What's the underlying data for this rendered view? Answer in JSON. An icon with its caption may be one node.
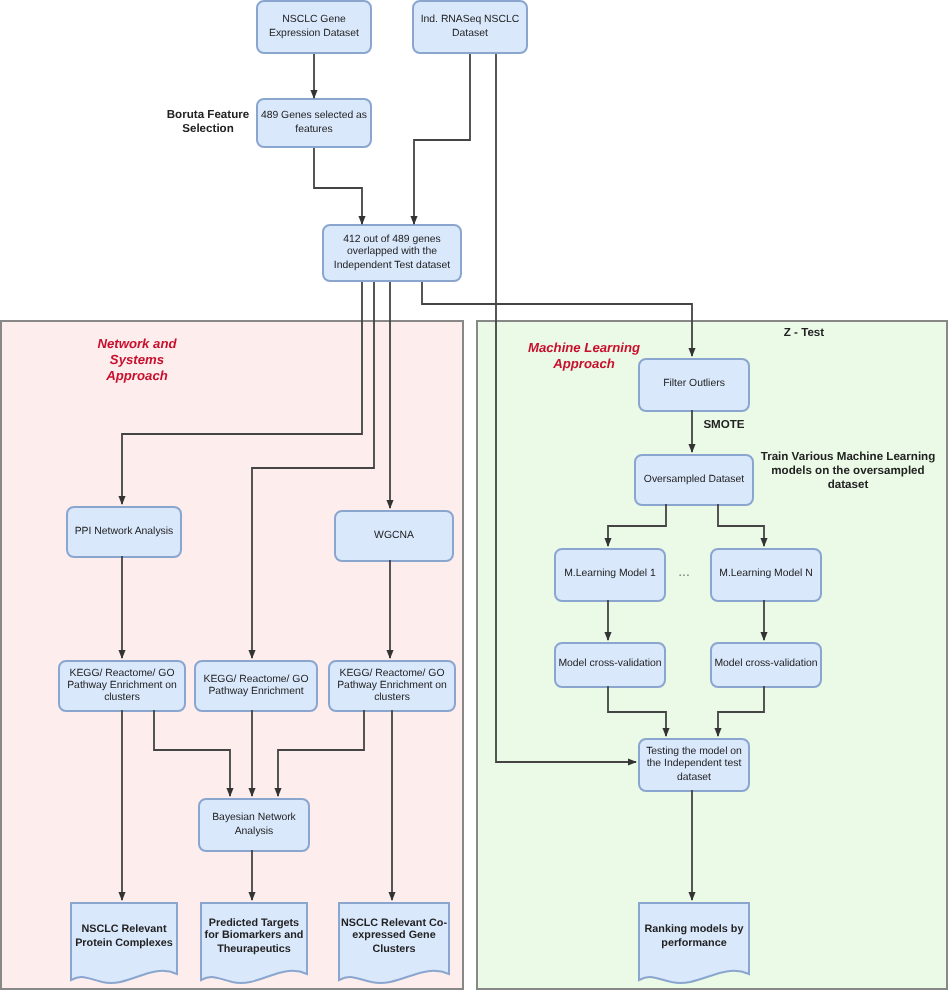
{
  "diagram": {
    "nodes": [
      {
        "text": [
          "NSCLC Gene Expression Dataset"
        ]
      },
      {
        "text": [
          "Ind. RNASeq NSCLC Dataset"
        ]
      },
      {
        "text": [
          "489 Genes selected as features"
        ]
      },
      {
        "text": [
          "412 out of 489 genes overlapped with the Independent Test dataset"
        ]
      },
      {
        "text": [
          "Network and Systems Approach"
        ]
      },
      {
        "text": [
          "PPI Network Analysis"
        ],
        "in": 4
      },
      {
        "text": [
          "WGCNA"
        ],
        "in": 4
      },
      {
        "text": [
          "KEGG/ Reactome/ GO Pathway Enrichment on clusters"
        ],
        "in": 4
      },
      {
        "text": [
          "KEGG/ Reactome/ GO Pathway Enrichment"
        ],
        "in": 4
      },
      {
        "text": [
          "KEGG/ Reactome/ GO Pathway Enrichment on clusters"
        ],
        "in": 4
      },
      {
        "text": [
          "Bayesian Network Analysis"
        ],
        "in": 4
      },
      {
        "text": [
          "NSCLC Relevant Protein Complexes"
        ],
        "in": 4
      },
      {
        "text": [
          "Predicted Targets for Biomarkers and Theurapeutics"
        ],
        "in": 4
      },
      {
        "text": [
          "NSCLC Relevant Co-expressed Gene Clusters"
        ],
        "in": 4
      },
      {
        "text": [
          "Machine Learning Approach"
        ]
      },
      {
        "text": [
          "Filter Outliers"
        ],
        "in": 14
      },
      {
        "text": [
          "Oversampled Dataset"
        ],
        "in": 14
      },
      {
        "text": [
          "M.Learning Model 1"
        ],
        "in": 14
      },
      {
        "text": [
          "M.Learning Model N"
        ],
        "in": 14
      },
      {
        "text": [
          "Model cross-validation"
        ],
        "in": 14
      },
      {
        "text": [
          "Model cross-validation"
        ],
        "in": 14
      },
      {
        "text": [
          "Testing the model on the Independent test dataset"
        ],
        "in": 14
      },
      {
        "text": [
          "Ranking models by performance"
        ],
        "in": 14
      }
    ],
    "edges": [
      {
        "from": 0,
        "to": 2,
        "arrow": "to"
      },
      {
        "from": 1,
        "to": 3,
        "arrow": "to"
      },
      {
        "from": 2,
        "to": 3,
        "arrow": "to"
      },
      {
        "from": 3,
        "to": 5,
        "arrow": "to"
      },
      {
        "from": 3,
        "to": 8,
        "arrow": "to"
      },
      {
        "from": 3,
        "to": 6,
        "arrow": "to"
      },
      {
        "from": 3,
        "to": 15,
        "arrow": "to"
      },
      {
        "from": 1,
        "to": 21,
        "arrow": "to"
      },
      {
        "from": 5,
        "to": 7,
        "arrow": "to"
      },
      {
        "from": 6,
        "to": 9,
        "arrow": "to"
      },
      {
        "from": 7,
        "to": 10,
        "arrow": "to"
      },
      {
        "from": 8,
        "to": 10,
        "arrow": "to"
      },
      {
        "from": 9,
        "to": 10,
        "arrow": "to"
      },
      {
        "from": 7,
        "to": 11,
        "arrow": "to"
      },
      {
        "from": 10,
        "to": 12,
        "arrow": "to"
      },
      {
        "from": 9,
        "to": 13,
        "arrow": "to"
      },
      {
        "from": 15,
        "to": 16,
        "arrow": "to"
      },
      {
        "from": 16,
        "to": 17,
        "arrow": "to"
      },
      {
        "from": 16,
        "to": 18,
        "arrow": "to"
      },
      {
        "from": 17,
        "to": 19,
        "arrow": "to"
      },
      {
        "from": 18,
        "to": 20,
        "arrow": "to"
      },
      {
        "from": 19,
        "to": 21,
        "arrow": "to"
      },
      {
        "from": 20,
        "to": 21,
        "arrow": "to"
      },
      {
        "from": 21,
        "to": 22,
        "arrow": "to"
      }
    ],
    "labels": [
      "Boruta Feature Selection",
      "Z - Test",
      "SMOTE",
      "Train Various Machine Learning models on the oversampled dataset",
      "..."
    ]
  }
}
